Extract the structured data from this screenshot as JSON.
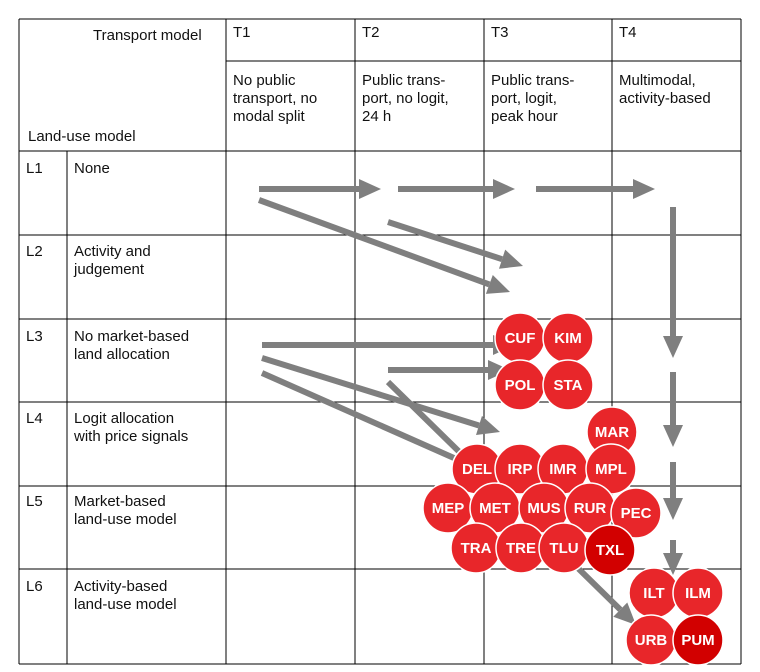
{
  "header": {
    "transport_label": "Transport model",
    "landuse_label": "Land-use model"
  },
  "columns": [
    {
      "id": "T1",
      "desc": "No public\ntransport, no\nmodal split"
    },
    {
      "id": "T2",
      "desc": "Public trans-\nport, no logit,\n24 h"
    },
    {
      "id": "T3",
      "desc": "Public trans-\nport, logit,\npeak hour"
    },
    {
      "id": "T4",
      "desc": "Multimodal,\nactivity-based"
    }
  ],
  "rows": [
    {
      "id": "L1",
      "desc": "None"
    },
    {
      "id": "L2",
      "desc": "Activity and\njudgement"
    },
    {
      "id": "L3",
      "desc": "No market-based\nland allocation"
    },
    {
      "id": "L4",
      "desc": "Logit allocation\nwith price signals"
    },
    {
      "id": "L5",
      "desc": "Market-based\nland-use model"
    },
    {
      "id": "L6",
      "desc": "Activity-based\nland-use model"
    }
  ],
  "models": [
    {
      "code": "CUF",
      "color": "#e8262a"
    },
    {
      "code": "KIM",
      "color": "#e8262a"
    },
    {
      "code": "POL",
      "color": "#e8262a"
    },
    {
      "code": "STA",
      "color": "#e8262a"
    },
    {
      "code": "MAR",
      "color": "#e8262a"
    },
    {
      "code": "DEL",
      "color": "#e8262a"
    },
    {
      "code": "IRP",
      "color": "#e8262a"
    },
    {
      "code": "IMR",
      "color": "#e8262a"
    },
    {
      "code": "MPL",
      "color": "#e8262a"
    },
    {
      "code": "MEP",
      "color": "#e8262a"
    },
    {
      "code": "MET",
      "color": "#e8262a"
    },
    {
      "code": "MUS",
      "color": "#e8262a"
    },
    {
      "code": "RUR",
      "color": "#e8262a"
    },
    {
      "code": "PEC",
      "color": "#e8262a"
    },
    {
      "code": "TRA",
      "color": "#e8262a"
    },
    {
      "code": "TRE",
      "color": "#e8262a"
    },
    {
      "code": "TLU",
      "color": "#e8262a"
    },
    {
      "code": "TXL",
      "color": "#d20000"
    },
    {
      "code": "ILT",
      "color": "#e8262a"
    },
    {
      "code": "ILM",
      "color": "#e8262a"
    },
    {
      "code": "URB",
      "color": "#e8262a"
    },
    {
      "code": "PUM",
      "color": "#d20000"
    }
  ],
  "colors": {
    "grid": "#000000",
    "arrow": "#7f7f7f",
    "circle_stroke": "#ffffff"
  }
}
